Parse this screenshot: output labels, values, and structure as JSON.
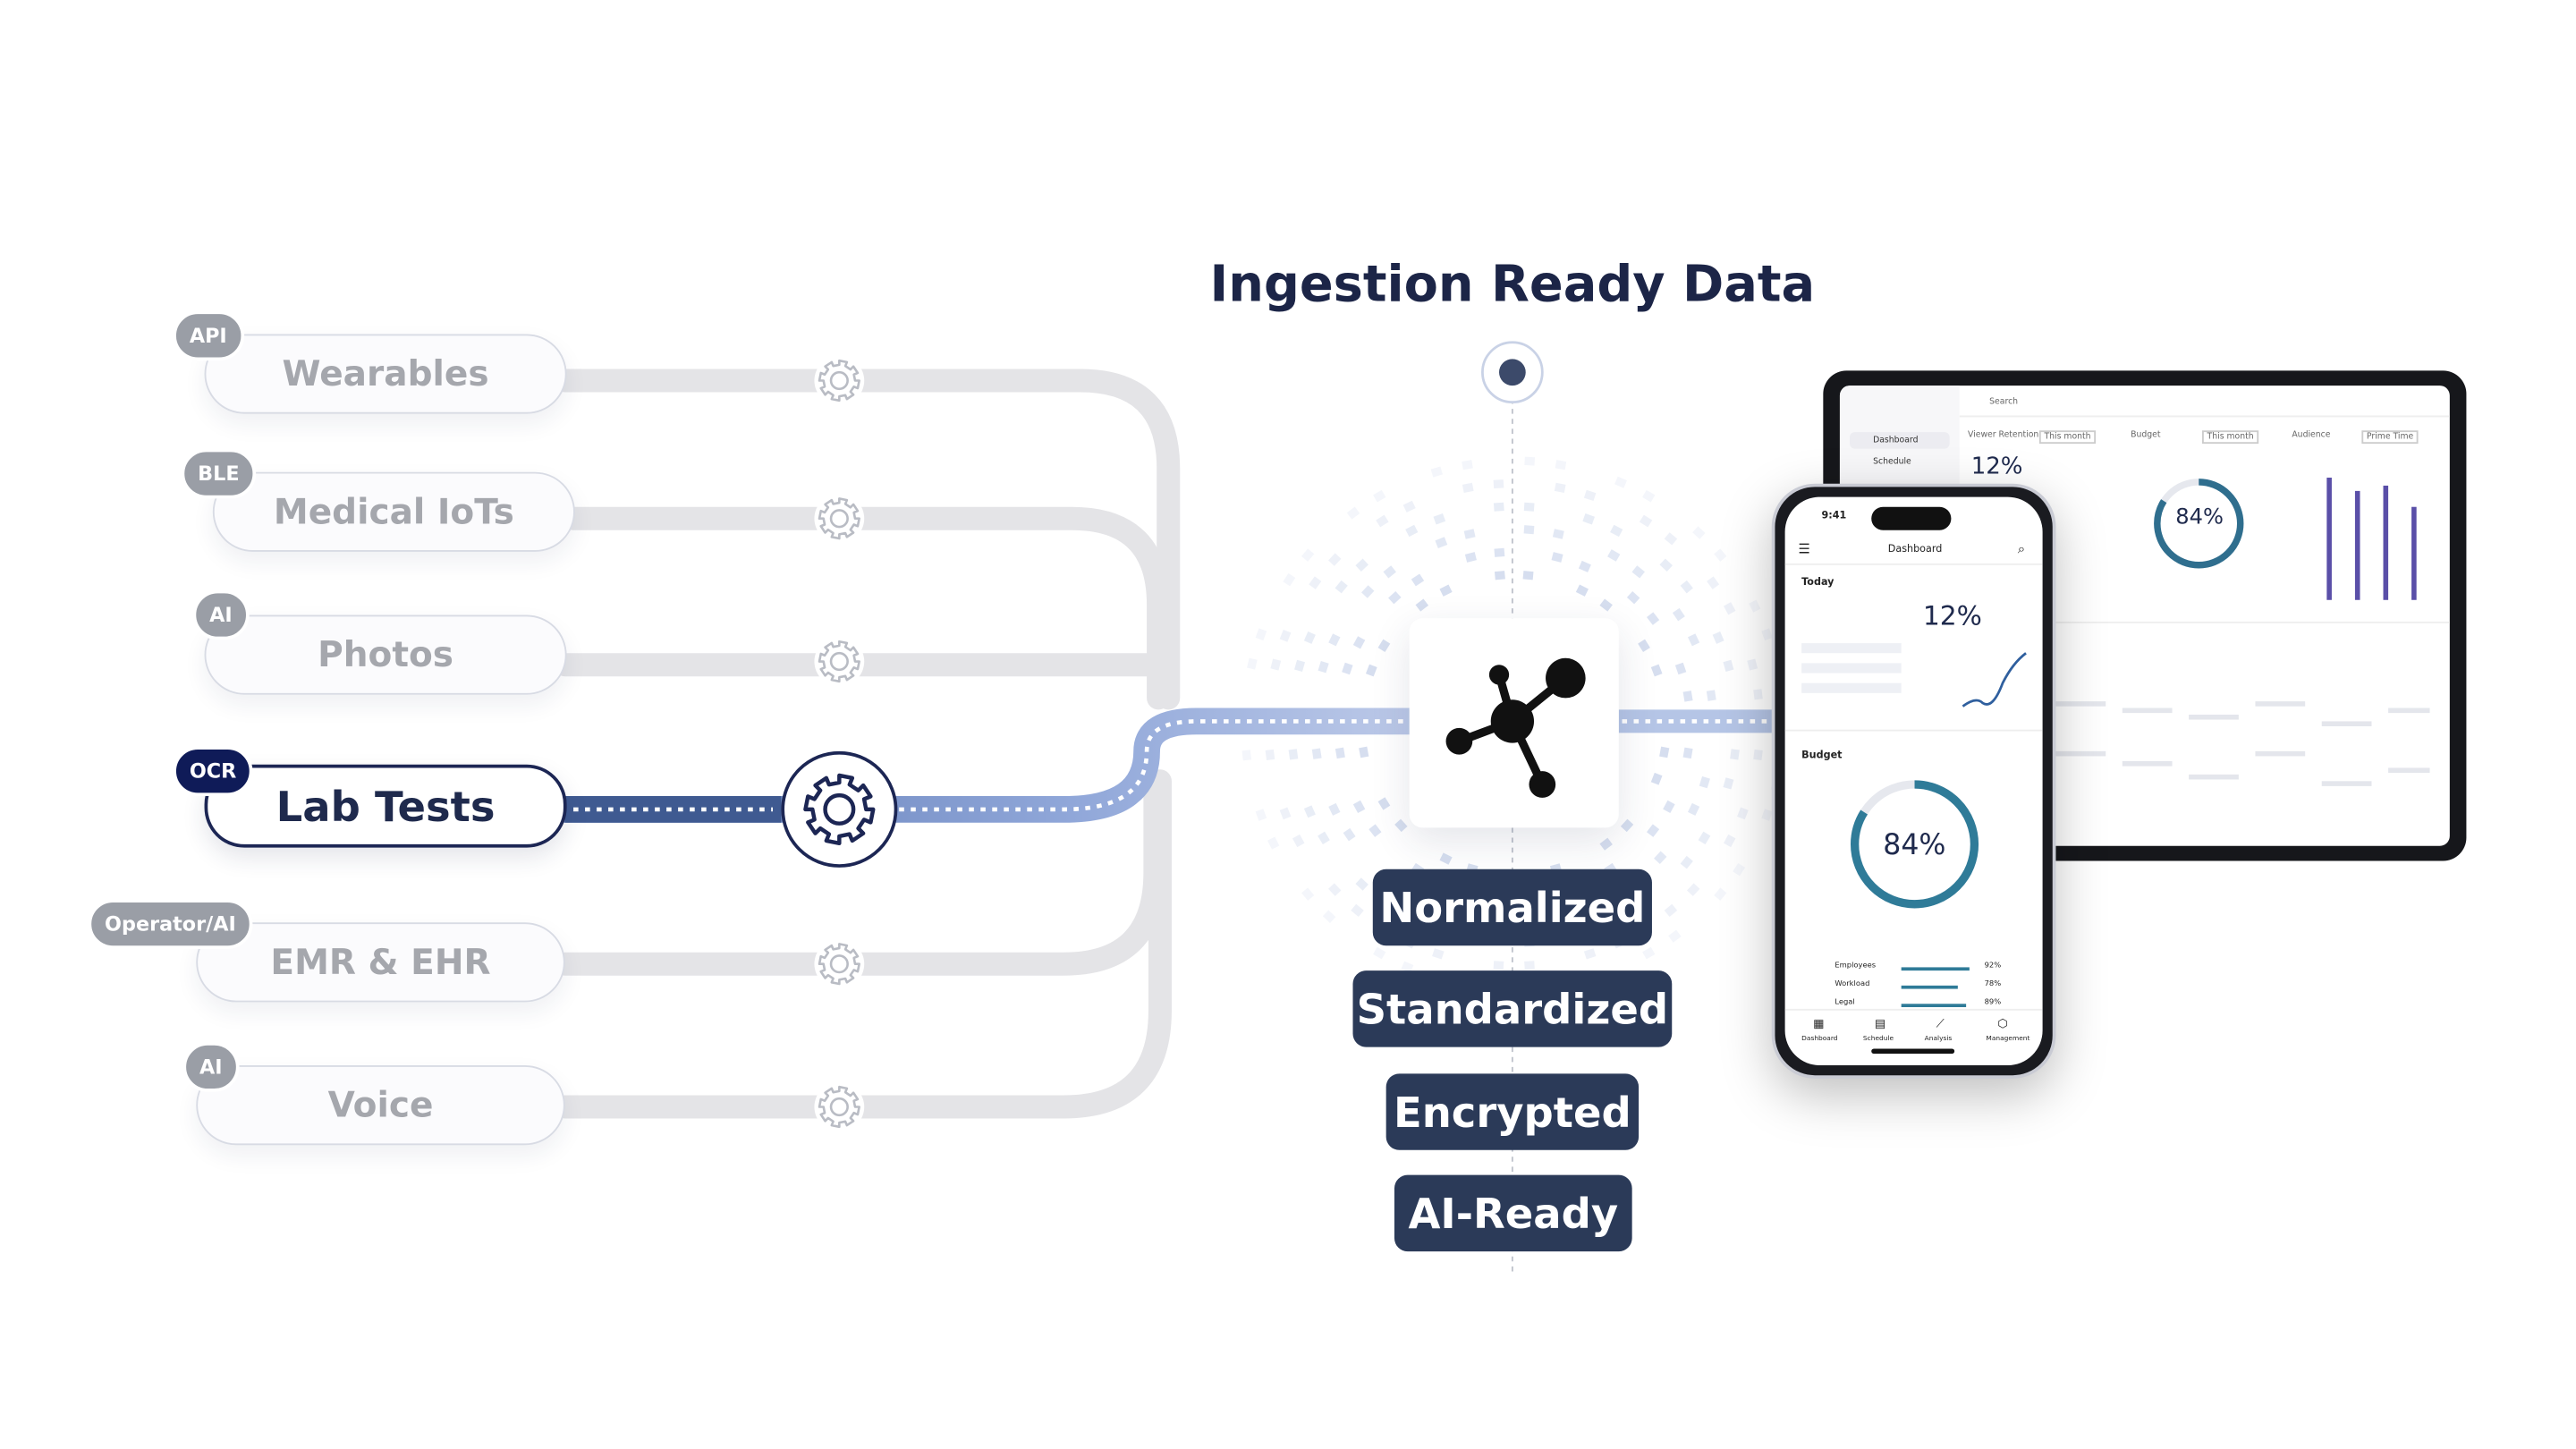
{
  "diagram": {
    "title": "Ingestion Ready Data",
    "sources": [
      {
        "label": "Wearables",
        "badge": "API",
        "active": false,
        "icon": "gear-icon"
      },
      {
        "label": "Medical IoTs",
        "badge": "BLE",
        "active": false,
        "icon": "gear-icon"
      },
      {
        "label": "Photos",
        "badge": "AI",
        "active": false,
        "icon": "gear-icon"
      },
      {
        "label": "Lab Tests",
        "badge": "OCR",
        "active": true,
        "icon": "gear-icon"
      },
      {
        "label": "EMR & EHR",
        "badge": "Operator/AI",
        "active": false,
        "icon": "gear-icon"
      },
      {
        "label": "Voice",
        "badge": "AI",
        "active": false,
        "icon": "gear-icon"
      }
    ],
    "hub_icon": "network-nodes-icon",
    "properties": [
      "Normalized",
      "Standardized",
      "Encrypted",
      "AI-Ready"
    ],
    "colors": {
      "active_navy": "#0f1b58",
      "tag_bg": "#2b3a58",
      "flow_blue": "#8fa6d8",
      "track_gray": "#e3e3e6",
      "badge_gray": "#9a9ea6"
    }
  },
  "tablet": {
    "nav": [
      "Dashboard",
      "Schedule"
    ],
    "search_placeholder": "Search",
    "metric": "12%",
    "ring_label": "84%",
    "panels": [
      "Viewer Retention",
      "Budget",
      "Audience"
    ],
    "filters": [
      "This month",
      "This month",
      "Prime Time"
    ],
    "bar_values": [
      0.92,
      0.82,
      0.86,
      0.7
    ]
  },
  "phone": {
    "time": "9:41",
    "header": "Dashboard",
    "today": "Today",
    "metric": "12%",
    "section": "Budget",
    "ring_label": "84%",
    "ring_fraction": 0.84,
    "legend": [
      {
        "name": "Employees",
        "value": "92%",
        "fraction": 0.92
      },
      {
        "name": "Workload",
        "value": "78%",
        "fraction": 0.78
      },
      {
        "name": "Legal",
        "value": "89%",
        "fraction": 0.89
      }
    ],
    "tabs": [
      "Dashboard",
      "Schedule",
      "Analysis",
      "Management"
    ]
  }
}
